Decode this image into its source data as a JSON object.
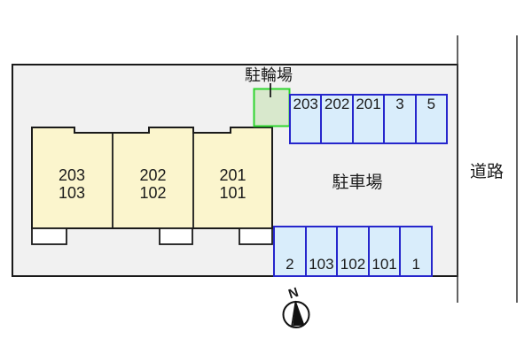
{
  "labels": {
    "bicycle_parking": "駐輪場",
    "car_parking": "駐車場",
    "road": "道路",
    "compass_north": "N"
  },
  "building_units": [
    {
      "upper": "203",
      "lower": "103"
    },
    {
      "upper": "202",
      "lower": "102"
    },
    {
      "upper": "201",
      "lower": "101"
    }
  ],
  "parking_spaces": {
    "top_row": [
      "203",
      "202",
      "201",
      "3",
      "5"
    ],
    "bottom_row": [
      "2",
      "103",
      "102",
      "101",
      "1"
    ]
  },
  "colors": {
    "site_fill": "#f1f1f1",
    "outline": "#1a1a1a",
    "building_fill": "#fbf5cd",
    "bicycle_area_fill": "#d8e8cc",
    "bicycle_area_border": "#2ed52e",
    "parking_space_fill": "#d9edfb",
    "parking_space_border": "#2626cc"
  }
}
